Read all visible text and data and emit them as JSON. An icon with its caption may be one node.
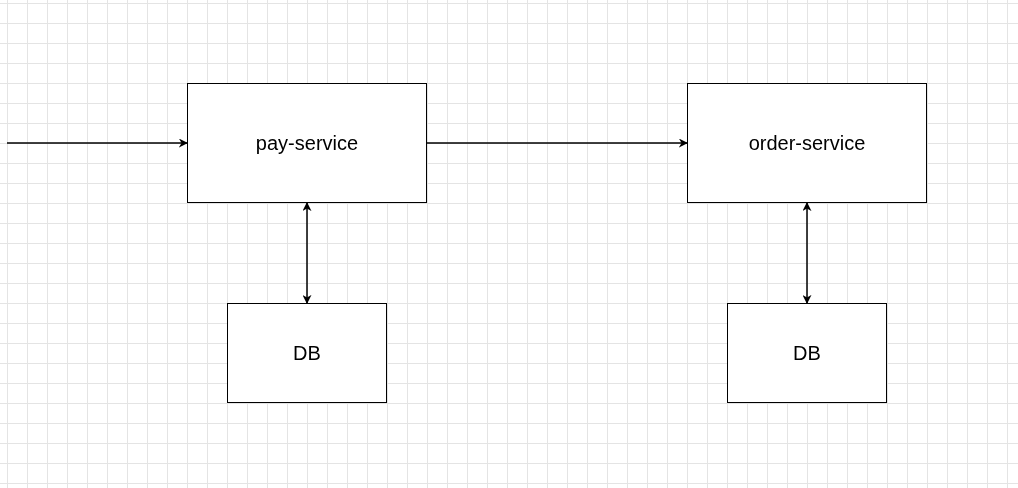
{
  "diagram": {
    "nodes": [
      {
        "text": [
          "pay-service"
        ]
      },
      {
        "text": [
          "order-service"
        ]
      },
      {
        "text": [
          "DB"
        ]
      },
      {
        "text": [
          "DB"
        ]
      }
    ],
    "edges": [
      {
        "from": null,
        "to": 0,
        "arrow": "to"
      },
      {
        "from": 0,
        "to": 1,
        "arrow": "to"
      },
      {
        "from": 0,
        "to": 2,
        "arrow": "both"
      },
      {
        "from": 1,
        "to": 3,
        "arrow": "both"
      }
    ]
  }
}
